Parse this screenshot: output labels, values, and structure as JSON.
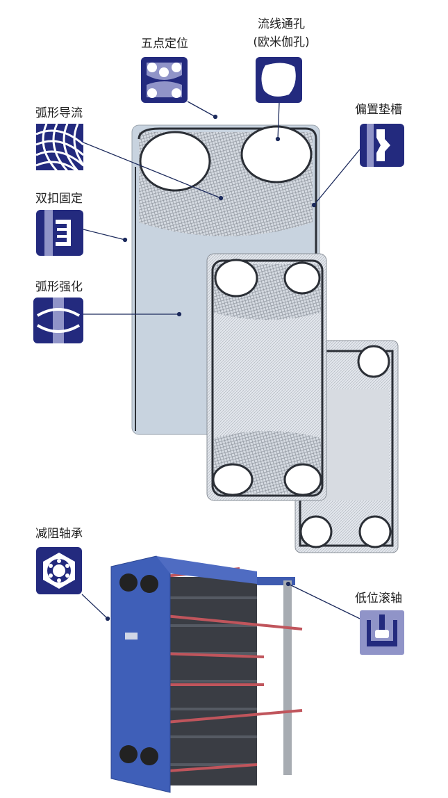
{
  "features": {
    "five_point": "五点定位",
    "omega_port": "流线通孔",
    "omega_port_sub": "(欧米伽孔)",
    "offset_groove": "偏置垫槽",
    "arc_flow": "弧形导流",
    "double_clip": "双扣固定",
    "arc_reinforce": "弧形强化",
    "low_friction_bearing": "减阻轴承",
    "low_roller": "低位滚轴"
  },
  "colors": {
    "navy": "#232a7e",
    "light": "#9094c8",
    "leader": "#1c2a5c"
  }
}
